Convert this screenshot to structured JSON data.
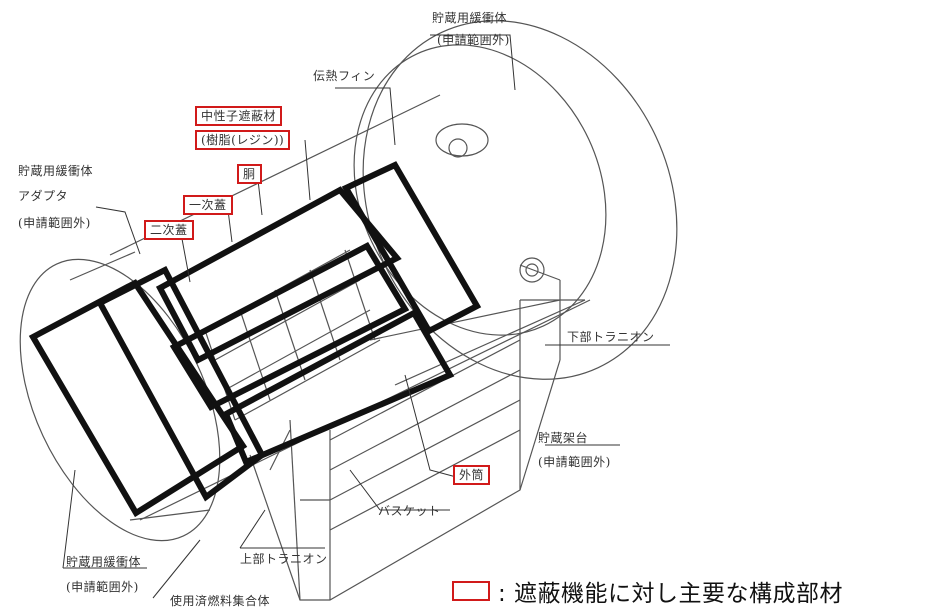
{
  "labels": {
    "buffer_top": "貯蔵用緩衝体",
    "buffer_top_note": "(申請範囲外)",
    "fin": "伝熱フィン",
    "neutron_shield": "中性子遮蔽材",
    "neutron_shield_resin": "(樹脂(レジン))",
    "body": "胴",
    "primary_lid": "一次蓋",
    "secondary_lid": "二次蓋",
    "buffer_adapter_1": "貯蔵用緩衝体",
    "buffer_adapter_2": "アダプタ",
    "buffer_adapter_note": "(申請範囲外)",
    "lower_trunnion": "下部トラニオン",
    "storage_stand": "貯蔵架台",
    "storage_stand_note": "(申請範囲外)",
    "outer_shell": "外筒",
    "basket": "バスケット",
    "upper_trunnion": "上部トラニオン",
    "buffer_bottom": "貯蔵用緩衝体",
    "buffer_bottom_note": "(申請範囲外)",
    "fuel_assembly": "使用済燃料集合体"
  },
  "legend": {
    "text": ": 遮蔽機能に対し主要な構成部材",
    "color": "#d11a1a"
  }
}
